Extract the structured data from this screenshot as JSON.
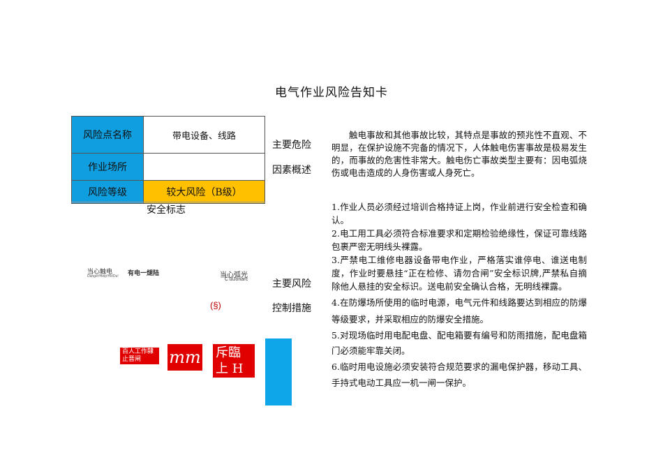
{
  "title": "电气作业风险告知卡",
  "info_table": {
    "rows": [
      {
        "label": "风险点名称",
        "value": "带电设备、线路"
      },
      {
        "label": "作业场所",
        "value": ""
      },
      {
        "label": "风险等级",
        "value": "较大风险（B级）"
      }
    ],
    "colors": {
      "label_bg": "#0f9fe0",
      "level_bg": "#ffc000"
    }
  },
  "safety_signs": {
    "heading": "安全标志",
    "sign_electric_shock": "当心触电",
    "sign_electric_shock_sub": "Danger!Help!Hs!Du!",
    "sign_live_danger": "有电一煺陆",
    "sign_arc": "当心弧光",
    "sign_arc_sub": "CʻulJonarc",
    "sign_symbol": "(§)",
    "sign_no_close": "百人工作隸止晋闸",
    "sign_mm": "mm",
    "sign_stop": "斥臨上 H",
    "colors": {
      "red": "#e00000",
      "blue": "#0ea5e9"
    }
  },
  "hazard": {
    "label_line1": "主要危险",
    "label_line2": "因素概述",
    "text": "触电事故和其他事故比较，其特点是事故的预兆性不直观、不明显，在保护设施不完备的情况下，人体触电伤害事故是极易发生的，而事故的危害性非常大。触电伤亡事故类型主要有：因电弧烧伤或电击造成的人身伤害或人身死亡。"
  },
  "controls": {
    "label_line1": "主要风险",
    "label_line2": "控制措施",
    "items": [
      "1.作业人员必须经过培训合格持证上岗，作业前进行安全检查和确认。",
      "2.电工用工具必须符合标准要求和定期检验绝缘性，保证可靠线路包裹严密无明线头裸露。",
      "3.严禁电工维修电器设备带电作业，严格落实谁停电、谁送电制度，作业时要悬挂“正在检修、请勿合闸”安全标识牌,严禁私自摘除他人悬挂的安全标识。送电前安全确认合格，无明线裸露。",
      "4.在防爆场所使用的临时电源，电气元件和线路要达到相应的防爆等级要求，并采取相应的防爆安全措施。",
      "5.对现场临时用电配电盘、配电箱要有编号和防雨措施，配电盘箱门必须能牢靠关闭。",
      "6.临时用电设施必须安装符合规范要求的漏电保护器，移动工具、手持式电动工具应一机一闸一保护。"
    ]
  }
}
